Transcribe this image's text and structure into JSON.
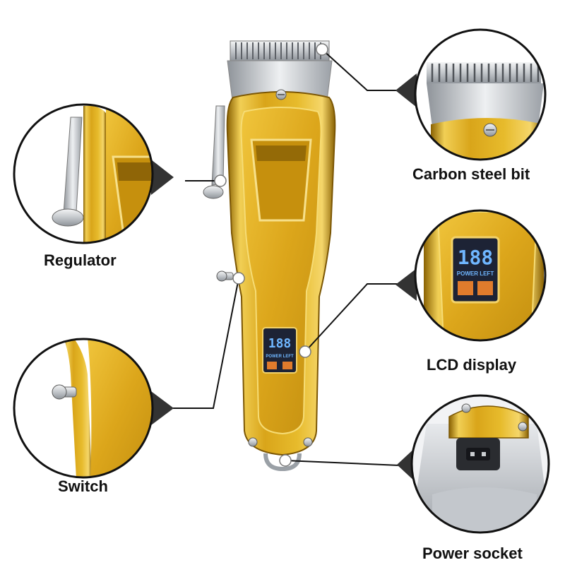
{
  "callouts": {
    "blade": "Carbon steel bit",
    "regulator": "Regulator",
    "lcd": "LCD display",
    "switch": "Switch",
    "socket": "Power socket"
  },
  "lcd": {
    "digits": "188",
    "caption": "POWER LEFT"
  },
  "colors": {
    "gold": "#e3b21f",
    "gold_dark": "#a97b08",
    "gold_light": "#f7df7a",
    "silver": "#c9ccd0",
    "lcd_bg": "#1d2335",
    "lcd_digits": "#6fb6ff",
    "lcd_icon": "#e07b2c",
    "outline": "#111111"
  }
}
